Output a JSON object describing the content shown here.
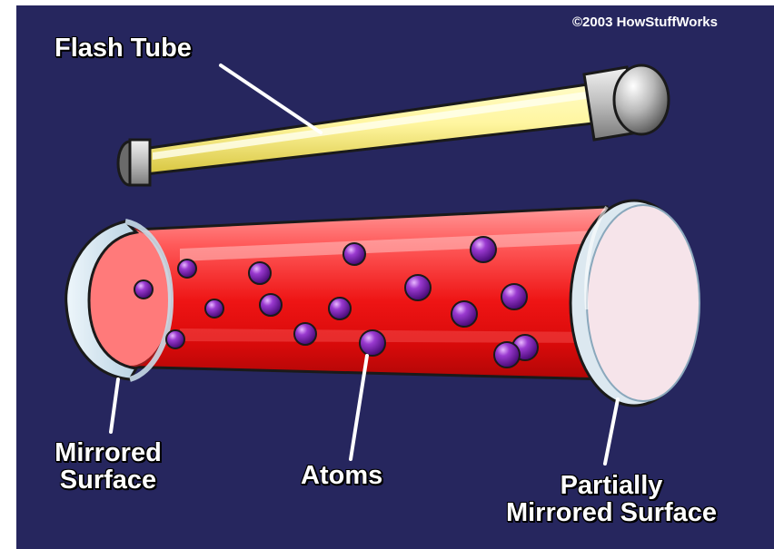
{
  "copyright": "©2003 HowStuffWorks",
  "labels": {
    "flash_tube": "Flash Tube",
    "mirrored_surface_line1": "Mirrored",
    "mirrored_surface_line2": "Surface",
    "atoms": "Atoms",
    "partially_line1": "Partially",
    "partially_line2": "Mirrored Surface"
  },
  "colors": {
    "background": "#26265e",
    "rod": "#e8101a",
    "flash_tube": "#f4f07a",
    "atom": "#7a1fa8",
    "mirror": "#d8e8f2"
  }
}
